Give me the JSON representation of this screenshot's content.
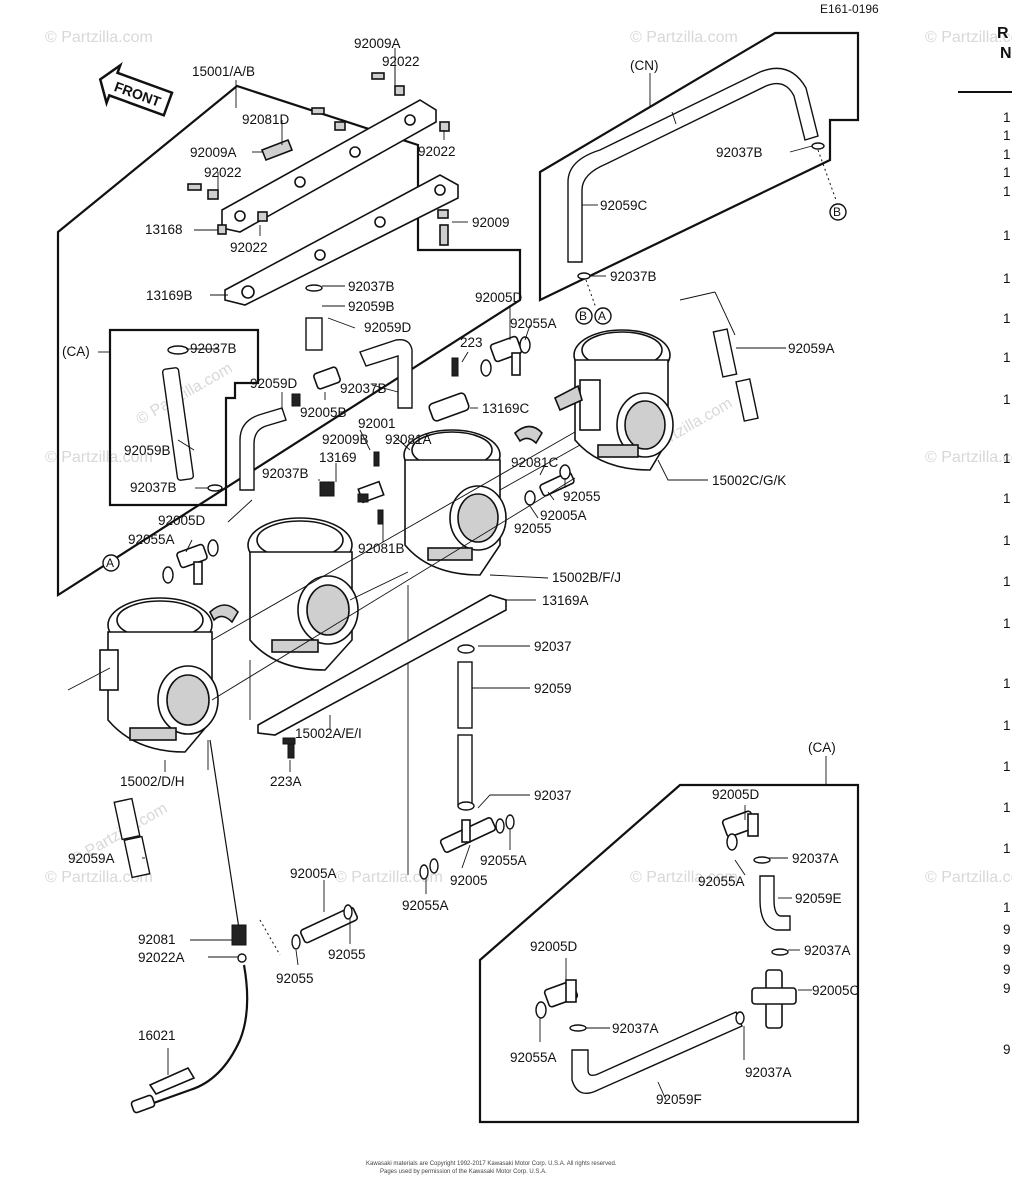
{
  "diagram_code": "E161-0196",
  "header_partial": [
    "R",
    "N"
  ],
  "front_label": "FRONT",
  "watermark": "© Partzilla.com",
  "copyright_lines": [
    "Kawasaki materials are Copyright 1992-2017 Kawasaki Motor Corp. U.S.A. All rights reserved.",
    "Pages used by permission of the Kawasaki Motor Corp. U.S.A."
  ],
  "callout_markers": {
    "a": "A",
    "b": "B"
  },
  "groups": {
    "ca_left": "(CA)",
    "cn": "(CN)",
    "ca_bottom": "(CA)"
  },
  "labels": {
    "l_15001": "15001/A/B",
    "l_92009A_1": "92009A",
    "l_92022_1": "92022",
    "l_92081D": "92081D",
    "l_92009A_2": "92009A",
    "l_92022_2": "92022",
    "l_92022_3": "92022",
    "l_13168": "13168",
    "l_92022_4": "92022",
    "l_92009": "92009",
    "l_13169B": "13169B",
    "l_92037B_cn1": "92037B",
    "l_92059C": "92059C",
    "l_92037B_cn2": "92037B",
    "l_92037B_a": "92037B",
    "l_92059B": "92059B",
    "l_92059D_a": "92059D",
    "l_92005D_a": "92005D",
    "l_92055A_a": "92055A",
    "l_223": "223",
    "l_92059A_r": "92059A",
    "l_92037B_ca1": "92037B",
    "l_92059D_b": "92059D",
    "l_92037B_b": "92037B",
    "l_92005B": "92005B",
    "l_13169C": "13169C",
    "l_92001": "92001",
    "l_92009B": "92009B",
    "l_92081A": "92081A",
    "l_92059B_ca": "92059B",
    "l_13169": "13169",
    "l_92037B_c": "92037B",
    "l_92081C": "92081C",
    "l_92055_a": "92055",
    "l_15002CGK": "15002C/G/K",
    "l_92037B_ca2": "92037B",
    "l_92005A_a": "92005A",
    "l_92005D_b": "92005D",
    "l_92055_b": "92055",
    "l_92055A_b": "92055A",
    "l_92081B": "92081B",
    "l_15002BFJ": "15002B/F/J",
    "l_13169A": "13169A",
    "l_92037_a": "92037",
    "l_92059": "92059",
    "l_15002AEI": "15002A/E/I",
    "l_223A": "223A",
    "l_15002DH": "15002/D/H",
    "l_92037_b": "92037",
    "l_92005D_c": "92005D",
    "l_92037A_a": "92037A",
    "l_92055A_c": "92055A",
    "l_92059E": "92059E",
    "l_92059A_l": "92059A",
    "l_92055A_d": "92055A",
    "l_92005": "92005",
    "l_92055A_e": "92055A",
    "l_92005A_b": "92005A",
    "l_92081": "92081",
    "l_92022A": "92022A",
    "l_92055_c": "92055",
    "l_92055_d": "92055",
    "l_92037A_b": "92037A",
    "l_92005D_d": "92005D",
    "l_92005C": "92005C",
    "l_16021": "16021",
    "l_92037A_c": "92037A",
    "l_92055A_f": "92055A",
    "l_92037A_d": "92037A",
    "l_92059F": "92059F"
  },
  "right_column_partial": [
    "1",
    "1",
    "1",
    "1",
    "1",
    "1",
    "1",
    "1",
    "1",
    "1",
    "1",
    "1",
    "1",
    "1",
    "1",
    "1",
    "1",
    "1",
    "1",
    "1",
    "1",
    "9",
    "9",
    "9",
    "9",
    "9"
  ]
}
